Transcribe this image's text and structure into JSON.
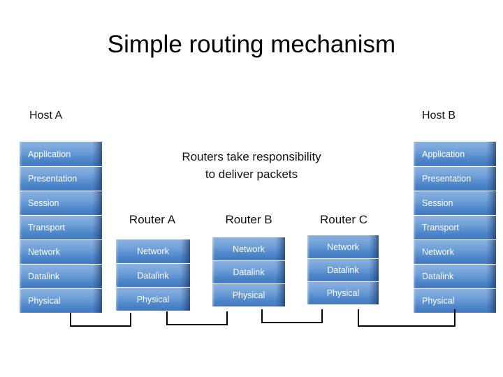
{
  "title": "Simple routing mechanism",
  "note": {
    "line1": "Routers take responsibility",
    "line2": "to deliver packets"
  },
  "labels": {
    "host_a": "Host A",
    "host_b": "Host B",
    "router_a": "Router A",
    "router_b": "Router B",
    "router_c": "Router C"
  },
  "stacks": {
    "host_a": [
      "Application",
      "Presentation",
      "Session",
      "Transport",
      "Network",
      "Datalink",
      "Physical"
    ],
    "router_a": [
      "Network",
      "Datalink",
      "Physical"
    ],
    "router_b": [
      "Network",
      "Datalink",
      "Physical"
    ],
    "router_c": [
      "Network",
      "Datalink",
      "Physical"
    ],
    "host_b": [
      "Application",
      "Presentation",
      "Session",
      "Transport",
      "Network",
      "Datalink",
      "Physical"
    ]
  },
  "colors": {
    "layer_top": "#8cb3e0",
    "layer_bottom": "#3f79bf",
    "text": "#111111",
    "layer_text": "#ffffff",
    "background": "#ffffff",
    "bracket": "#000000"
  }
}
